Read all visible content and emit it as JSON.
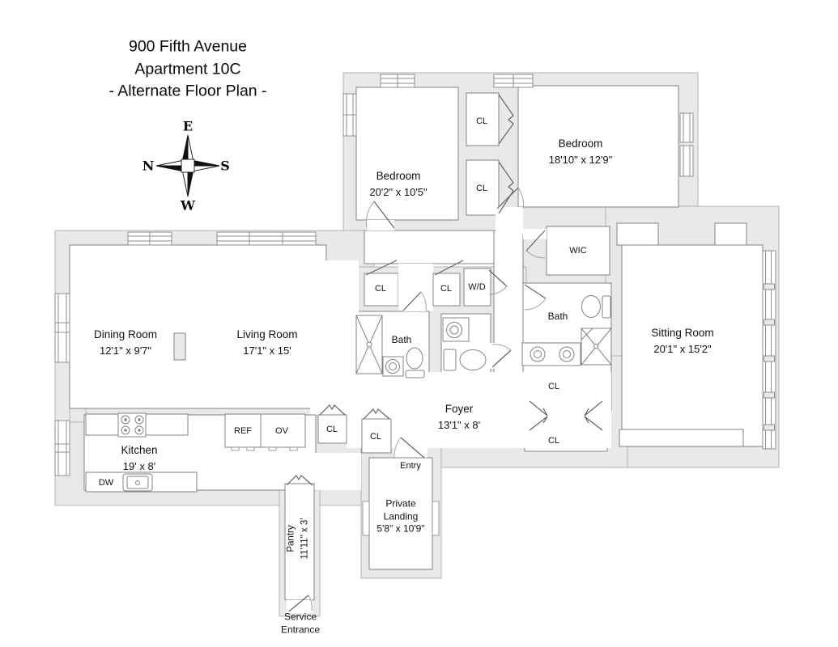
{
  "title": {
    "line1": "900 Fifth Avenue",
    "line2": "Apartment 10C",
    "line3": "- Alternate Floor Plan -"
  },
  "compass": {
    "top": "E",
    "left": "N",
    "right": "S",
    "bottom": "W"
  },
  "rooms": {
    "bedroom1": {
      "name": "Bedroom",
      "dims": "20'2\" x 10'5\""
    },
    "bedroom2": {
      "name": "Bedroom",
      "dims": "18'10\" x 12'9\""
    },
    "sitting_room": {
      "name": "Sitting Room",
      "dims": "20'1\" x 15'2\""
    },
    "dining_room": {
      "name": "Dining Room",
      "dims": "12'1\" x 9'7\""
    },
    "living_room": {
      "name": "Living Room",
      "dims": "17'1\" x 15'"
    },
    "kitchen": {
      "name": "Kitchen",
      "dims": "19' x 8'"
    },
    "foyer": {
      "name": "Foyer",
      "dims": "13'1\" x 8'"
    },
    "private_landing": {
      "name_line1": "Private",
      "name_line2": "Landing",
      "dims": "5'8\" x 10'9\""
    },
    "pantry": {
      "name": "Pantry",
      "dims": "11'11\" x 3'"
    },
    "bath_center": {
      "name": "Bath"
    },
    "bath_master": {
      "name": "Bath"
    },
    "wic": {
      "name": "WIC"
    },
    "entry": {
      "name": "Entry"
    },
    "service_entrance": {
      "line1": "Service",
      "line2": "Entrance"
    }
  },
  "fixtures": {
    "closet": "CL",
    "washer_dryer": "W/D",
    "refrigerator": "REF",
    "oven": "OV",
    "dishwasher": "DW"
  }
}
